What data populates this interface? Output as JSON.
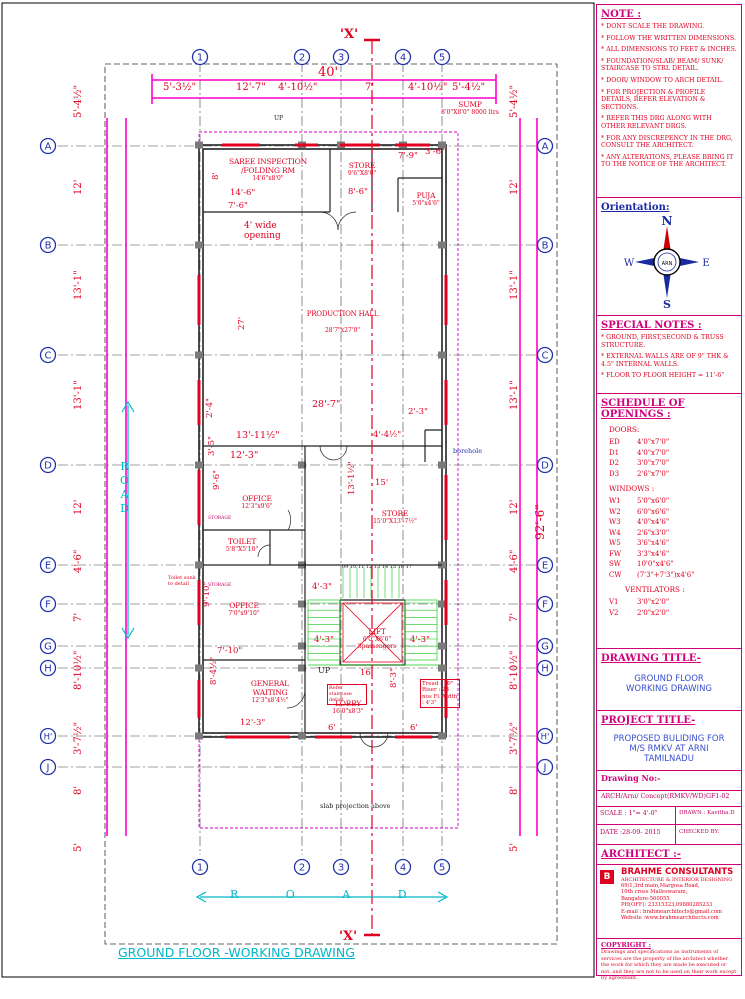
{
  "drawing": {
    "title": "GROUND FLOOR -WORKING DRAWING",
    "section_mark_top": "'X'",
    "section_mark_bottom": "'X'",
    "road_label": "R O A D",
    "overall_width": "40'",
    "overall_depth": "92'-6\"",
    "grid_cols": [
      "1",
      "2",
      "3",
      "4",
      "5"
    ],
    "grid_rows": [
      "A",
      "B",
      "C",
      "D",
      "E",
      "F",
      "G",
      "H",
      "H'",
      "J"
    ],
    "top_dims": [
      "5'-3½\"",
      "12'-7\"",
      "4'-10½\"",
      "7'",
      "4'-10½\"",
      "5'-4½\""
    ],
    "left_dims": [
      "5'-4½\"",
      "12'",
      "13'-1\"",
      "13'-1\"",
      "12'",
      "4'-6\"",
      "7'",
      "8'-10½\"",
      "3'-7½\"",
      "8'",
      "5'"
    ],
    "right_dims": [
      "5'-4½\"",
      "12'",
      "13'-1\"",
      "13'-1\"",
      "12'",
      "4'-6\"",
      "7'",
      "8'-10½\"",
      "3'-7½\"",
      "8'",
      "5'"
    ],
    "rooms": [
      {
        "name": "SAREE INSPECTION /FOLDING RM",
        "size": "14'6\"x8'0\""
      },
      {
        "name": "STORE",
        "size": "9'6\"X8'0\""
      },
      {
        "name": "PUJA",
        "size": "5'0\"x4'6\""
      },
      {
        "name": "SUMP",
        "size": "8'0\"X8'0\" 8000 ltrs"
      },
      {
        "name": "PRODUCTION HALL",
        "size": "28'7\"x27'0\""
      },
      {
        "name": "OFFICE",
        "size": "12'3\"x9'6\""
      },
      {
        "name": "STORE",
        "size": "15'0\"X13'-7½\""
      },
      {
        "name": "TOILET",
        "size": "5'8\"X5'10\""
      },
      {
        "name": "OFFICE",
        "size": "7'0\"x9'10\""
      },
      {
        "name": "LIFT",
        "size": "6'0\"X6'6\" 8passengers"
      },
      {
        "name": "GENERAL WAITING",
        "size": "12'3\"x8'4½\""
      },
      {
        "name": "LOBBY",
        "size": "16'0\"x8'3\""
      }
    ],
    "annotations": {
      "opening": "4' wide opening",
      "borehole": "borehole",
      "slab_projection": "slab projection above",
      "storage": "STORAGE",
      "up": "UP",
      "toilet_note": "Toilet sunk to detail",
      "stair_ref": "Refer staircase detail",
      "stair_spec": "Tread : 10\" Riser : 23 nos Fl.Width : 4'3\"",
      "stair_steps": "09 10 11 12 13 14 15 16 17",
      "int_dims": [
        "7'-9\"",
        "3'-6\"",
        "8'-6\"",
        "14'-6\"",
        "7'-6\"",
        "8'",
        "27'",
        "28'-7\"",
        "2'-3\"",
        "13'-11½\"",
        "4'-4½\"",
        "2'-4\"",
        "12'-3\"",
        "15'",
        "9'-6\"",
        "13'-1½\"",
        "3'-5\"",
        "9'-10\"",
        "7'-10\"",
        "4'-3\"",
        "4'-3\"",
        "4'-3\"",
        "16'",
        "12'-3\"",
        "8'-4½\"",
        "8'-3\"",
        "6'",
        "6'"
      ]
    }
  },
  "sidebar": {
    "note_title": "NOTE :",
    "notes": [
      "* DONT SCALE THE DRAWING.",
      "* FOLLOW THE WRITTEN DIMENSIONS.",
      "* ALL DIMENSIONS TO FEET & INCHES.",
      "* FOUNDATION/SLAB/ BEAM/ SUNK/ STAIRCASE TO STRL DETAIL.",
      "* DOOR/ WINDOW TO ARCH DETAIL.",
      "* FOR PROJECTION & PROFILE DETAILS, REFER ELEVATION & SECTIONS.",
      "* REFER THIS DRG ALONG WITH OTHER RELEVANT DRGS.",
      "* FOR ANY DISCREPENCY IN THE DRG, CONSULT THE ARCHITECT.",
      "* ANY ALTERATIONS, PLEASE BRING IT TO THE NOTICE OF THE ARCHITECT."
    ],
    "orientation_title": "Orientation:",
    "compass": {
      "n": "N",
      "s": "S",
      "e": "E",
      "w": "W",
      "center": "ARN"
    },
    "special_title": "SPECIAL NOTES :",
    "special_notes": [
      "* GROUND, FIRST,SECOND & TRUSS STRUCTURE.",
      "* EXTERNAL WALLS ARE OF 9\" THK & 4.5\" INTERNAL WALLS.",
      "* FLOOR TO FLOOR HEIGHT = 11'-6\""
    ],
    "schedule_title": "SCHEDULE OF OPENINGS :",
    "doors_label": "DOORS:",
    "doors": [
      [
        "ED",
        "4'0\"x7'0\""
      ],
      [
        "D1",
        "4'0\"x7'0\""
      ],
      [
        "D2",
        "3'0\"x7'0\""
      ],
      [
        "D3",
        "2'6\"x7'0\""
      ]
    ],
    "windows_label": "WINDOWS :",
    "windows": [
      [
        "W1",
        "5'0\"x6'0\""
      ],
      [
        "W2",
        "6'0\"x6'6\""
      ],
      [
        "W3",
        "4'0\"x4'6\""
      ],
      [
        "W4",
        "2'6\"x3'0\""
      ],
      [
        "W5",
        "3'6\"x4'6\""
      ],
      [
        "FW",
        "3'3\"x4'6\""
      ],
      [
        "SW",
        "10'0\"x4'6\""
      ],
      [
        "CW",
        "(7'3\"+7'3\")x4'6\""
      ]
    ],
    "vent_label": "VENTILATORS :",
    "vents": [
      [
        "V1",
        "3'0\"x2'0\""
      ],
      [
        "V2",
        "2'0\"x2'0\""
      ]
    ],
    "drawing_title_label": "DRAWING TITLE-",
    "drawing_title": "GROUND FLOOR WORKING DRAWING",
    "project_title_label": "PROJECT TITLE-",
    "project_title": "PROPOSED BULIDING FOR M/S RMKV AT ARNI TAMILNADU",
    "drawing_no_label": "Drawing No:-",
    "drawing_no": "ARCH/Arni/ Concept(RMKV/WD)GF1-02",
    "scale": "SCALE : 1\"= 4'-0\"",
    "drawn_by": "DRAWN : Kavitha.D",
    "date": "DATE :28-09- 2015",
    "checked_by": "CHECKED BY:",
    "architect_label": "ARCHITECT :-",
    "firm_name": "BRAHME CONSULTANTS",
    "firm_tag": "ARCHITECTURE & INTERIOR DESIGNING",
    "firm_address": [
      "69/1,3rd main,Margosa Road,",
      "10th cross Malleswaram,",
      "Bangalore-560055",
      "PH(OFF): 23315323,09880285233",
      "E-mail : brahmearchitects@gmail.com",
      "Website :www.brahmearchitects.com"
    ],
    "copyright_label": "COPYRIGHT :",
    "copyright": "Drawings and specifications as instruments of services are the property of the architect whether the work for which they are made be executed or not, and they are not to be used on their work except by agreement."
  }
}
